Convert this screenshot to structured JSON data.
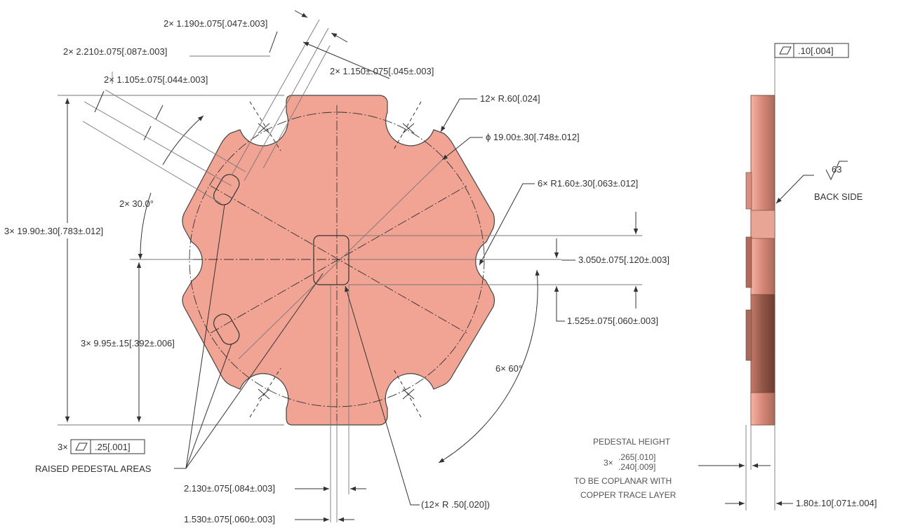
{
  "dimensions": {
    "slot_2x_1190": "2× 1.190±.075[.047±.003]",
    "slot_2x_2210": "2× 2.210±.075[.087±.003]",
    "slot_2x_1105": "2× 1.105±.075[.044±.003]",
    "slot_2x_1150": "2× 1.150±.075[.045±.003]",
    "corner_radius": "12× R.60[.024]",
    "diameter": "ϕ 19.00±.30[.748±.012]",
    "notch_radius": "6× R1.60±.30[.063±.012]",
    "angle_30": "2× 30.0°",
    "height_total": "3× 19.90±.30[.783±.012]",
    "pad_height": "3.050±.075[.120±.003]",
    "pad_half": "1.525±.075[.060±.003]",
    "height_half": "3× 9.95±.15[.392±.006]",
    "angle_60": "6× 60°",
    "pad_width": "2.130±.075[.084±.003]",
    "pad_offset": "1.530±.075[.060±.003]",
    "pad_corner": "(12× R .50[.020])",
    "thickness": "1.80±.10[.071±.004]"
  },
  "flatness": {
    "side_value": ".10[.004]",
    "pedestal_prefix": "3×",
    "pedestal_value": ".25[.001]"
  },
  "surface_finish": {
    "value": "63",
    "label": "BACK SIDE"
  },
  "labels": {
    "raised_pedestal": "RAISED PEDESTAL AREAS"
  },
  "pedestal_note": {
    "title": "PEDESTAL HEIGHT",
    "prefix": "3×",
    "upper": ".265[.010]",
    "lower": ".240[.009]",
    "line3": "TO BE COPLANAR WITH",
    "line4": "COPPER TRACE LAYER"
  },
  "colors": {
    "copper": "#f1a494",
    "copper_side_light": "#e6998a",
    "copper_side_dark": "#8f5546",
    "line": "#333333",
    "dimension_line": "#777777"
  },
  "views": [
    "front-view",
    "side-view"
  ]
}
